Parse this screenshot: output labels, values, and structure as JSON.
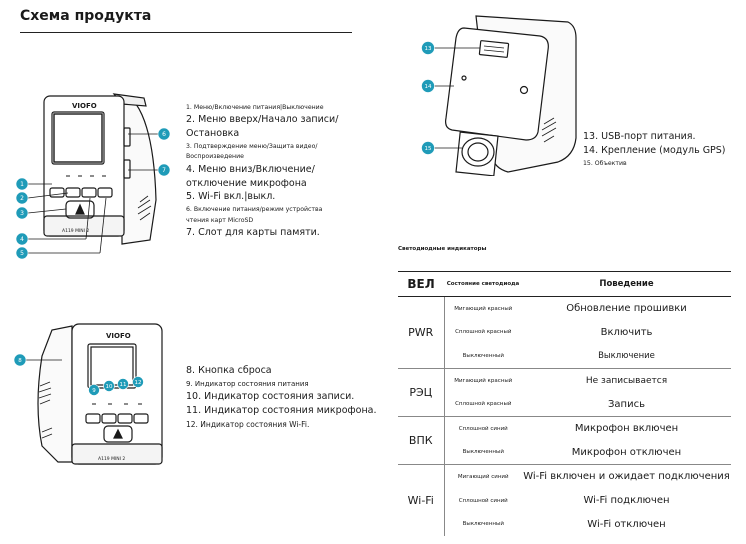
{
  "page": {
    "title": "Схема продукта"
  },
  "front_view": {
    "brand": "VIOFO",
    "model": "A119 MINI 2",
    "callouts": [
      "1",
      "2",
      "3",
      "4",
      "5",
      "6",
      "7"
    ],
    "items": [
      "1. Меню/Включение питания|Выключение",
      "2. Меню вверх/Начало записи/",
      "Остановка",
      "3. Подтверждение меню/Защита видео/",
      "Воспроизведение",
      "4. Меню вниз/Включение/",
      "отключение микрофона",
      "5. Wi-Fi вкл.|выкл.",
      "6. Включение питания/режим устройства",
      "чтения карт MicroSD",
      "7. Слот для карты памяти."
    ]
  },
  "side_view": {
    "brand": "VIOFO",
    "model": "A119 MINI 2",
    "callouts": [
      "8",
      "9",
      "10",
      "11",
      "12"
    ],
    "items": [
      "8. Кнопка сброса",
      "9. Индикатор состояния питания",
      "10. Индикатор состояния записи.",
      "11. Индикатор состояния микрофона.",
      "12. Индикатор состояния Wi-Fi."
    ]
  },
  "back_view": {
    "callouts": [
      "13",
      "14",
      "15"
    ],
    "items": [
      "13. USB-порт питания.",
      "14. Крепление (модуль GPS)",
      "15. Объектив"
    ]
  },
  "led_section": {
    "title": "Светодиодные индикаторы",
    "headers": {
      "mode": "ВЕЛ",
      "state": "Состояние светодиода",
      "behavior": "Поведение"
    },
    "groups": [
      {
        "mode": "PWR",
        "rows": [
          {
            "state": "Мигающий красный",
            "behavior": "Обновление прошивки"
          },
          {
            "state": "Сплошной красный",
            "behavior": "Включить"
          },
          {
            "state": "Выключенный",
            "behavior": "Выключение"
          }
        ]
      },
      {
        "mode": "РЭЦ",
        "rows": [
          {
            "state": "Мигающий красный",
            "behavior": "Не записывается"
          },
          {
            "state": "Сплошной красный",
            "behavior": "Запись"
          }
        ]
      },
      {
        "mode": "ВПК",
        "rows": [
          {
            "state": "Сплошной синий",
            "behavior": "Микрофон включен"
          },
          {
            "state": "Выключенный",
            "behavior": "Микрофон отключен"
          }
        ]
      },
      {
        "mode": "Wi-Fi",
        "rows": [
          {
            "state": "Мигающий синий",
            "behavior": "Wi-Fi включен и ожидает подключения"
          },
          {
            "state": "Сплошной синий",
            "behavior": "Wi-Fi подключен"
          },
          {
            "state": "Выключенный",
            "behavior": "Wi-Fi отключен"
          }
        ]
      }
    ]
  },
  "colors": {
    "callout_fill": "#1f9bb8",
    "device_outline": "#1a1a1a"
  }
}
